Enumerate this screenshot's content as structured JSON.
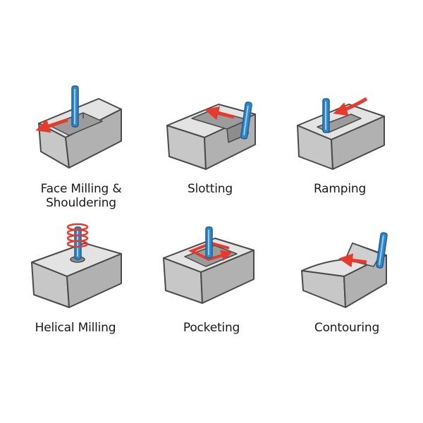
{
  "operations": [
    {
      "id": "face-milling",
      "label_lines": [
        "Face Milling &",
        "Shouldering"
      ]
    },
    {
      "id": "slotting",
      "label_lines": [
        "Slotting"
      ]
    },
    {
      "id": "ramping",
      "label_lines": [
        "Ramping"
      ]
    },
    {
      "id": "helical-milling",
      "label_lines": [
        "Helical Milling"
      ]
    },
    {
      "id": "pocketing",
      "label_lines": [
        "Pocketing"
      ]
    },
    {
      "id": "contouring",
      "label_lines": [
        "Contouring"
      ]
    }
  ],
  "colors": {
    "block_top": "#e3e3e3",
    "block_front": "#c7c7c7",
    "block_side": "#b1b1b1",
    "machined": "#9c9c9c",
    "outline": "#4a4a4a",
    "tool": "#2f86c8",
    "tool_highlight": "#9ccbee",
    "path_arrow": "#e53a2c",
    "text": "#1a1a1a"
  },
  "icons": [
    "cutting-tool-icon",
    "tool-path-arrow-icon",
    "workpiece-block-icon"
  ]
}
